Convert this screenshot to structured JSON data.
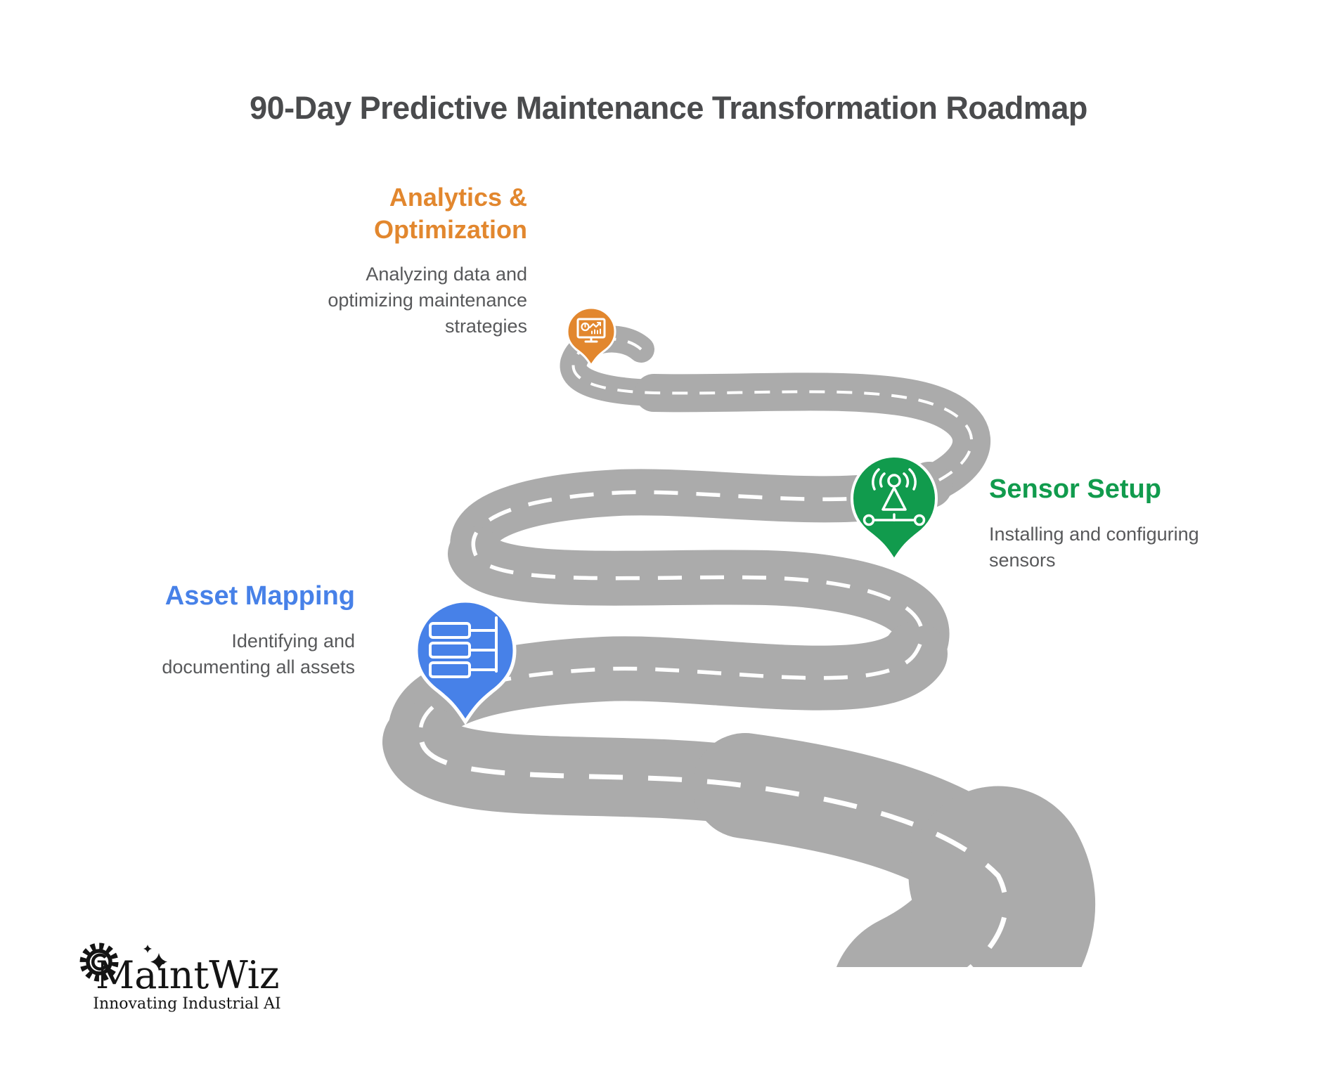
{
  "title": "90-Day Predictive Maintenance Transformation Roadmap",
  "milestones": [
    {
      "id": "analytics-optimization",
      "heading": "Analytics &\nOptimization",
      "description": "Analyzing data and\noptimizing maintenance\nstrategies",
      "accent_color": "#e2872e",
      "pin_icon": "dashboard-monitor-icon"
    },
    {
      "id": "sensor-setup",
      "heading": "Sensor Setup",
      "description": "Installing and configuring\nsensors",
      "accent_color": "#119b4d",
      "pin_icon": "wireless-sensor-icon"
    },
    {
      "id": "asset-mapping",
      "heading": "Asset Mapping",
      "description": "Identifying and\ndocumenting all assets",
      "accent_color": "#4781e8",
      "pin_icon": "asset-hierarchy-icon"
    }
  ],
  "logo": {
    "name": "MaintWiz",
    "tagline": "Innovating Industrial AI"
  },
  "colors": {
    "road": "#ababab",
    "road_dash": "#ffffff",
    "title_text": "#4a4b4d",
    "body_text": "#58595b",
    "orange": "#e2872e",
    "green": "#119b4d",
    "blue": "#4781e8",
    "logo_ink": "#141414"
  }
}
